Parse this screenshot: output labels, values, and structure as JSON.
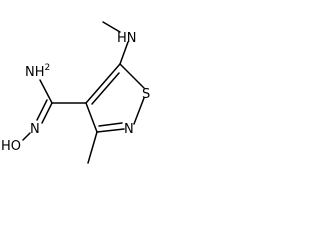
{
  "molecule": {
    "atoms": {
      "hn": "HN",
      "nh2": "NH2",
      "s": "S",
      "n_ring": "N",
      "n_oxime": "N",
      "ho": "HO"
    }
  },
  "colors": {
    "bond": "#000000",
    "label": "#000000",
    "background": "#ffffff"
  }
}
